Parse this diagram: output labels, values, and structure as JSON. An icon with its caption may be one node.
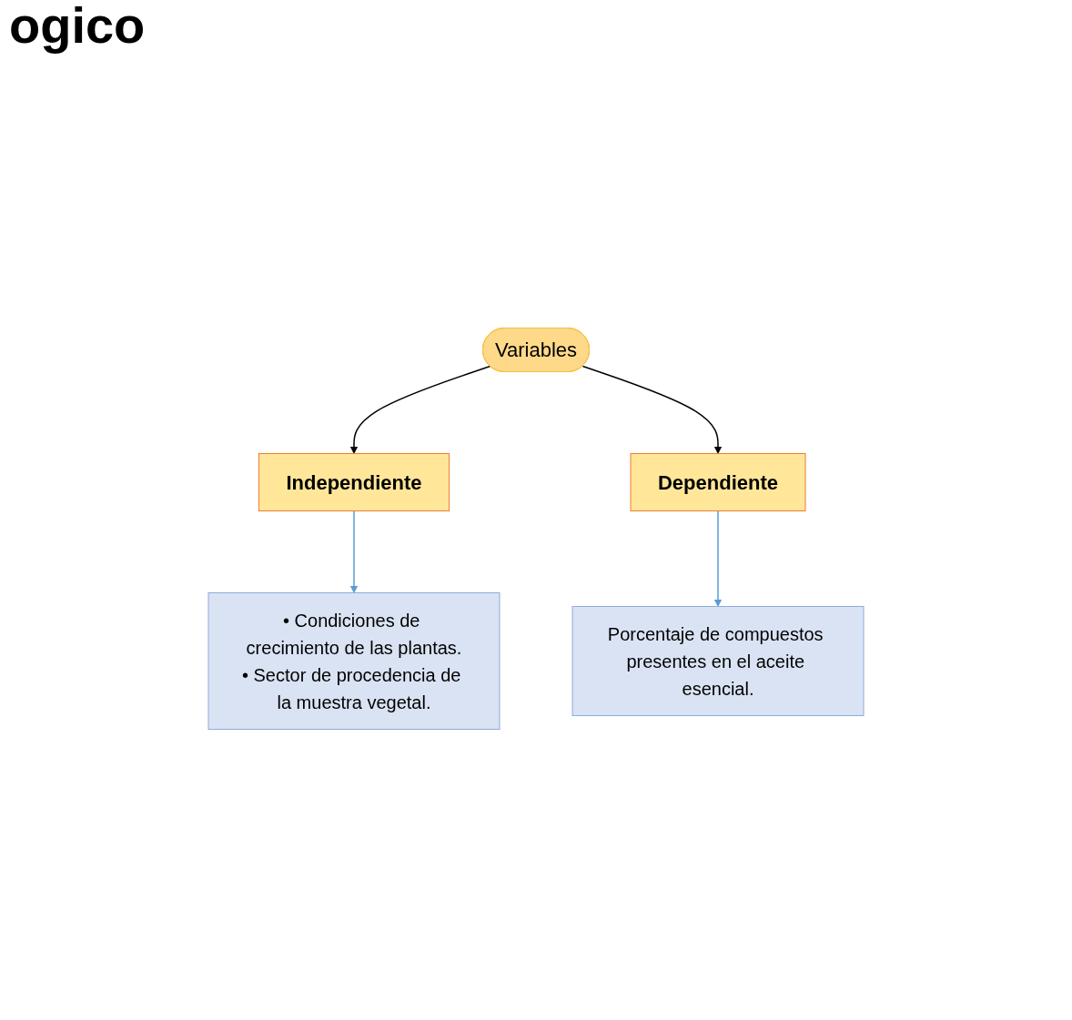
{
  "diagram": {
    "title": "ogico",
    "nodes": [
      {
        "text": [
          "Variables"
        ]
      },
      {
        "text": [
          "Independiente"
        ]
      },
      {
        "text": [
          "Dependiente"
        ]
      },
      {
        "text": [
          "• Condiciones de crecimiento de las plantas.",
          "• Sector de procedencia de la muestra vegetal."
        ]
      },
      {
        "text": [
          "Porcentaje de compuestos presentes en el aceite esencial."
        ]
      }
    ],
    "edges": [
      {
        "from": 0,
        "to": 1,
        "arrow": "to"
      },
      {
        "from": 0,
        "to": 2,
        "arrow": "to"
      },
      {
        "from": 1,
        "to": 3,
        "arrow": "to",
        "color": "#5b9bd5"
      },
      {
        "from": 2,
        "to": 4,
        "arrow": "to",
        "color": "#5b9bd5"
      }
    ]
  }
}
